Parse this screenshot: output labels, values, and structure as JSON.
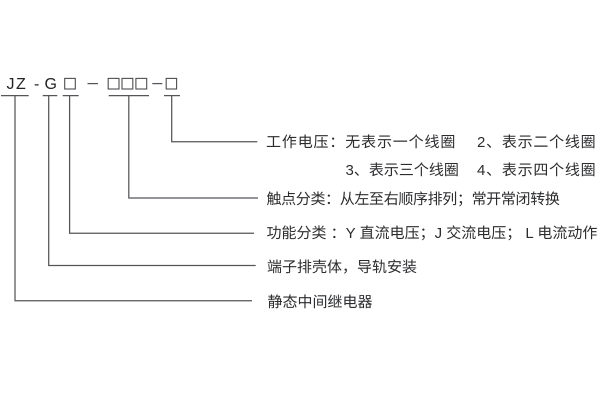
{
  "page": {
    "background": "#ffffff"
  },
  "model_code": {
    "pattern": "JZ-G□-□□□-□",
    "prefix": "JZ",
    "hyphen": "-",
    "series": "G",
    "placeholder_boxes": [
      1,
      3,
      1
    ]
  },
  "labels": {
    "working_voltage_line1_left": "工作电压：无表示一个线圈",
    "working_voltage_line1_right": "2、表示二个线圈",
    "working_voltage_line2_left": "3、表示三个线圈",
    "working_voltage_line2_right": "4、表示四个线圈",
    "contact_class": "触点分类：从左至右顺序排列；常开常闭转换",
    "function_class": "功能分类 ：Y 直流电压；J 交流电压； L 电流动作",
    "housing": "端子排壳体，导轨安装",
    "relay_name": "静态中间继电器"
  },
  "colors": {
    "text": "#2c2d2f",
    "line": "#55565a",
    "background": "#ffffff"
  }
}
